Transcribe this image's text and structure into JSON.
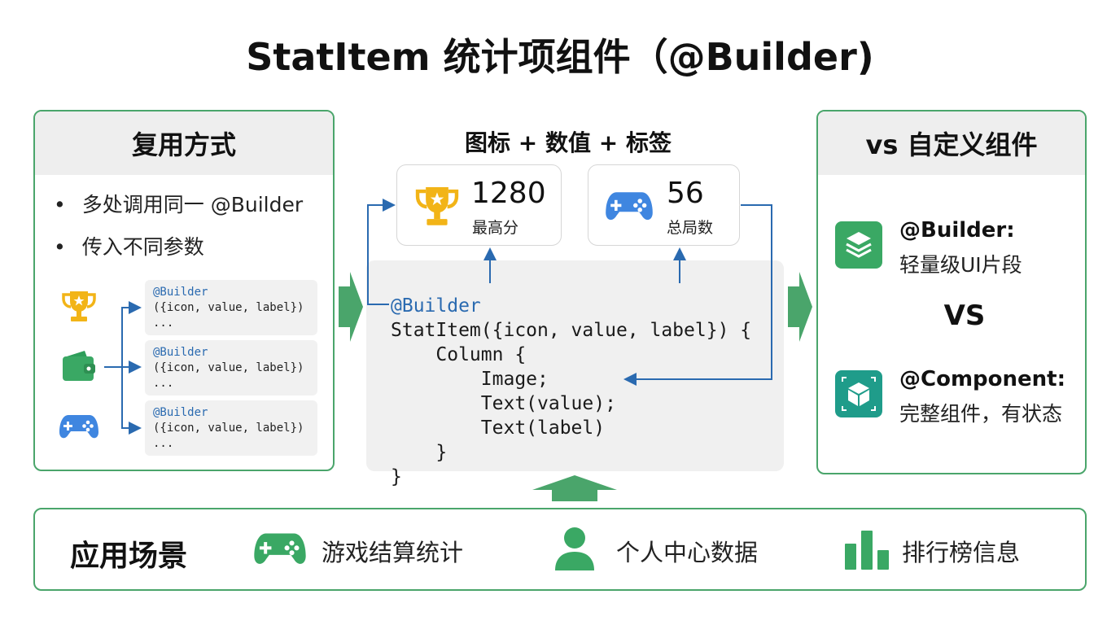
{
  "title": "StatItem 统计项组件（@Builder)",
  "left_panel": {
    "heading": "复用方式",
    "bullets": [
      "多处调用同一 @Builder",
      "传入不同参数"
    ],
    "snippets": [
      {
        "decorator": "@Builder",
        "call": "({icon, value, label})",
        "ellipsis": "..."
      },
      {
        "decorator": "@Builder",
        "call": "({icon, value, label})",
        "ellipsis": "..."
      },
      {
        "decorator": "@Builder",
        "call": "({icon, value, label})",
        "ellipsis": "..."
      }
    ],
    "icons": [
      "trophy-icon",
      "wallet-icon",
      "gamepad-icon"
    ]
  },
  "center": {
    "heading": "图标 + 数值 + 标签",
    "cards": [
      {
        "icon": "trophy-icon",
        "value": "1280",
        "label": "最高分"
      },
      {
        "icon": "gamepad-icon",
        "value": "56",
        "label": "总局数"
      }
    ],
    "code_lines": [
      "@Builder",
      "StatItem({icon, value, label}) {",
      "    Column {",
      "        Image;",
      "        Text(value);",
      "        Text(label)",
      "    }",
      "}"
    ]
  },
  "right_panel": {
    "heading": "vs 自定义组件",
    "builder_title": "@Builder:",
    "builder_desc": "轻量级UI片段",
    "vs": "VS",
    "component_title": "@Component:",
    "component_desc": "完整组件，有状态"
  },
  "scenarios": {
    "heading": "应用场景",
    "items": [
      {
        "icon": "gamepad-icon",
        "label": "游戏结算统计"
      },
      {
        "icon": "person-icon",
        "label": "个人中心数据"
      },
      {
        "icon": "bar-chart-icon",
        "label": "排行榜信息"
      }
    ]
  },
  "colors": {
    "accent_green": "#4aa56b",
    "code_blue": "#2a6ab0",
    "trophy_gold": "#f2b417",
    "gamepad_blue": "#3f86e0",
    "panel_header_gray": "#eeeeee"
  }
}
